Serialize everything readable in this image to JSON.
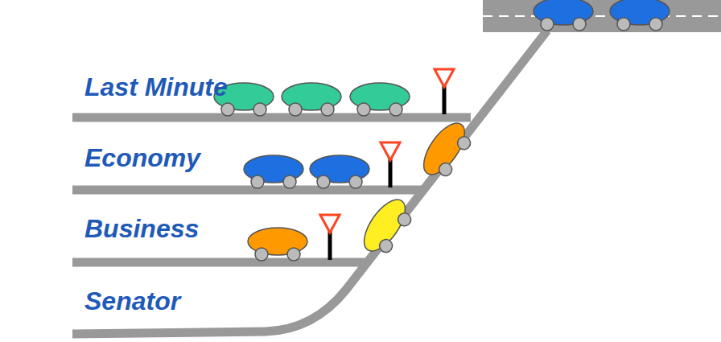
{
  "diagram": {
    "labels": [
      "Last Minute",
      "Economy",
      "Business",
      "Senator"
    ]
  }
}
